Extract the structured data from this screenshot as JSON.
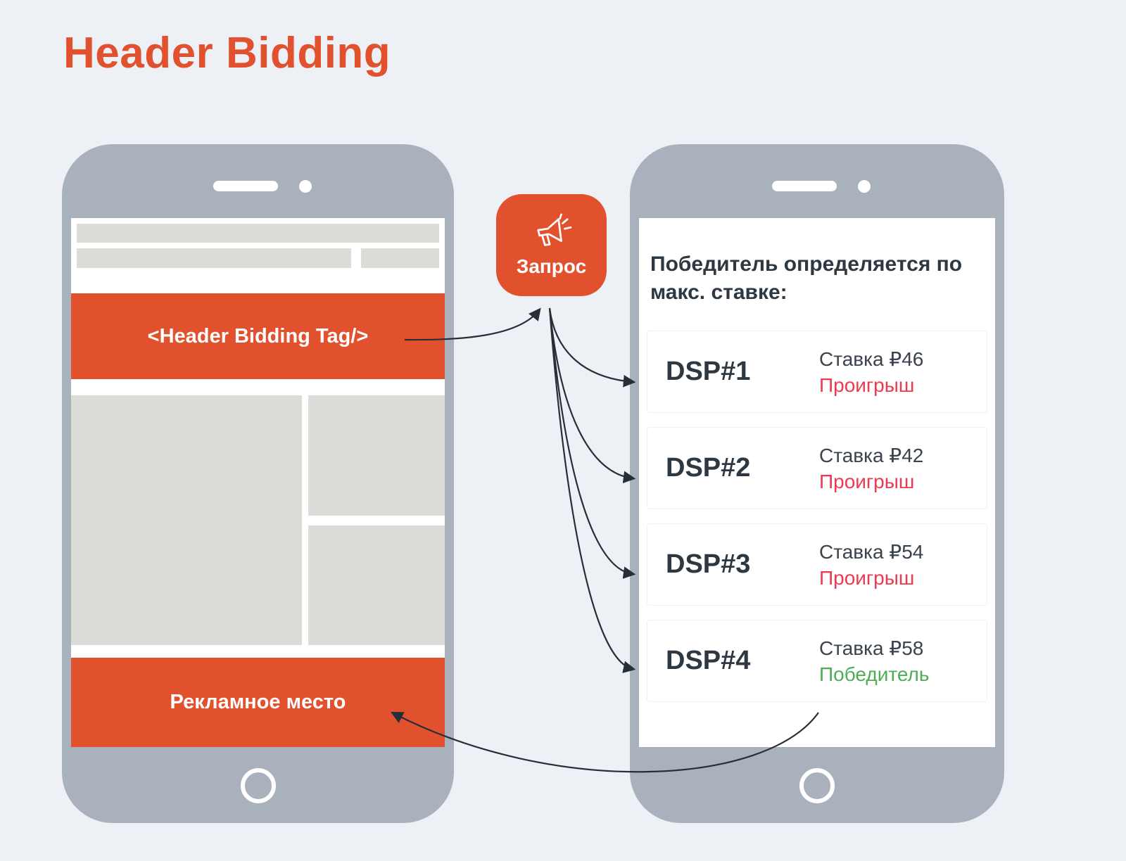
{
  "title": "Header Bidding",
  "colors": {
    "background": "#edf1f6",
    "accent": "#e2512e",
    "phone_body": "#a9b1bd",
    "placeholder": "#dcdcd9",
    "text_dark": "#2e3842",
    "lose_red": "#ee3a4e",
    "win_green": "#4fae53",
    "arrow": "#262f38"
  },
  "left_phone": {
    "header_tag": "<Header Bidding Tag/>",
    "ad_slot": "Рекламное место"
  },
  "request_badge": {
    "label": "Запрос",
    "icon": "megaphone-icon"
  },
  "right_phone": {
    "heading": "Победитель определяется по макс. ставке:",
    "cards": [
      {
        "name": "DSP#1",
        "bid": "Ставка ₽46",
        "result": "Проигрыш",
        "status": "lose"
      },
      {
        "name": "DSP#2",
        "bid": "Ставка ₽42",
        "result": "Проигрыш",
        "status": "lose"
      },
      {
        "name": "DSP#3",
        "bid": "Ставка ₽54",
        "result": "Проигрыш",
        "status": "lose"
      },
      {
        "name": "DSP#4",
        "bid": "Ставка ₽58",
        "result": "Победитель",
        "status": "win"
      }
    ]
  }
}
